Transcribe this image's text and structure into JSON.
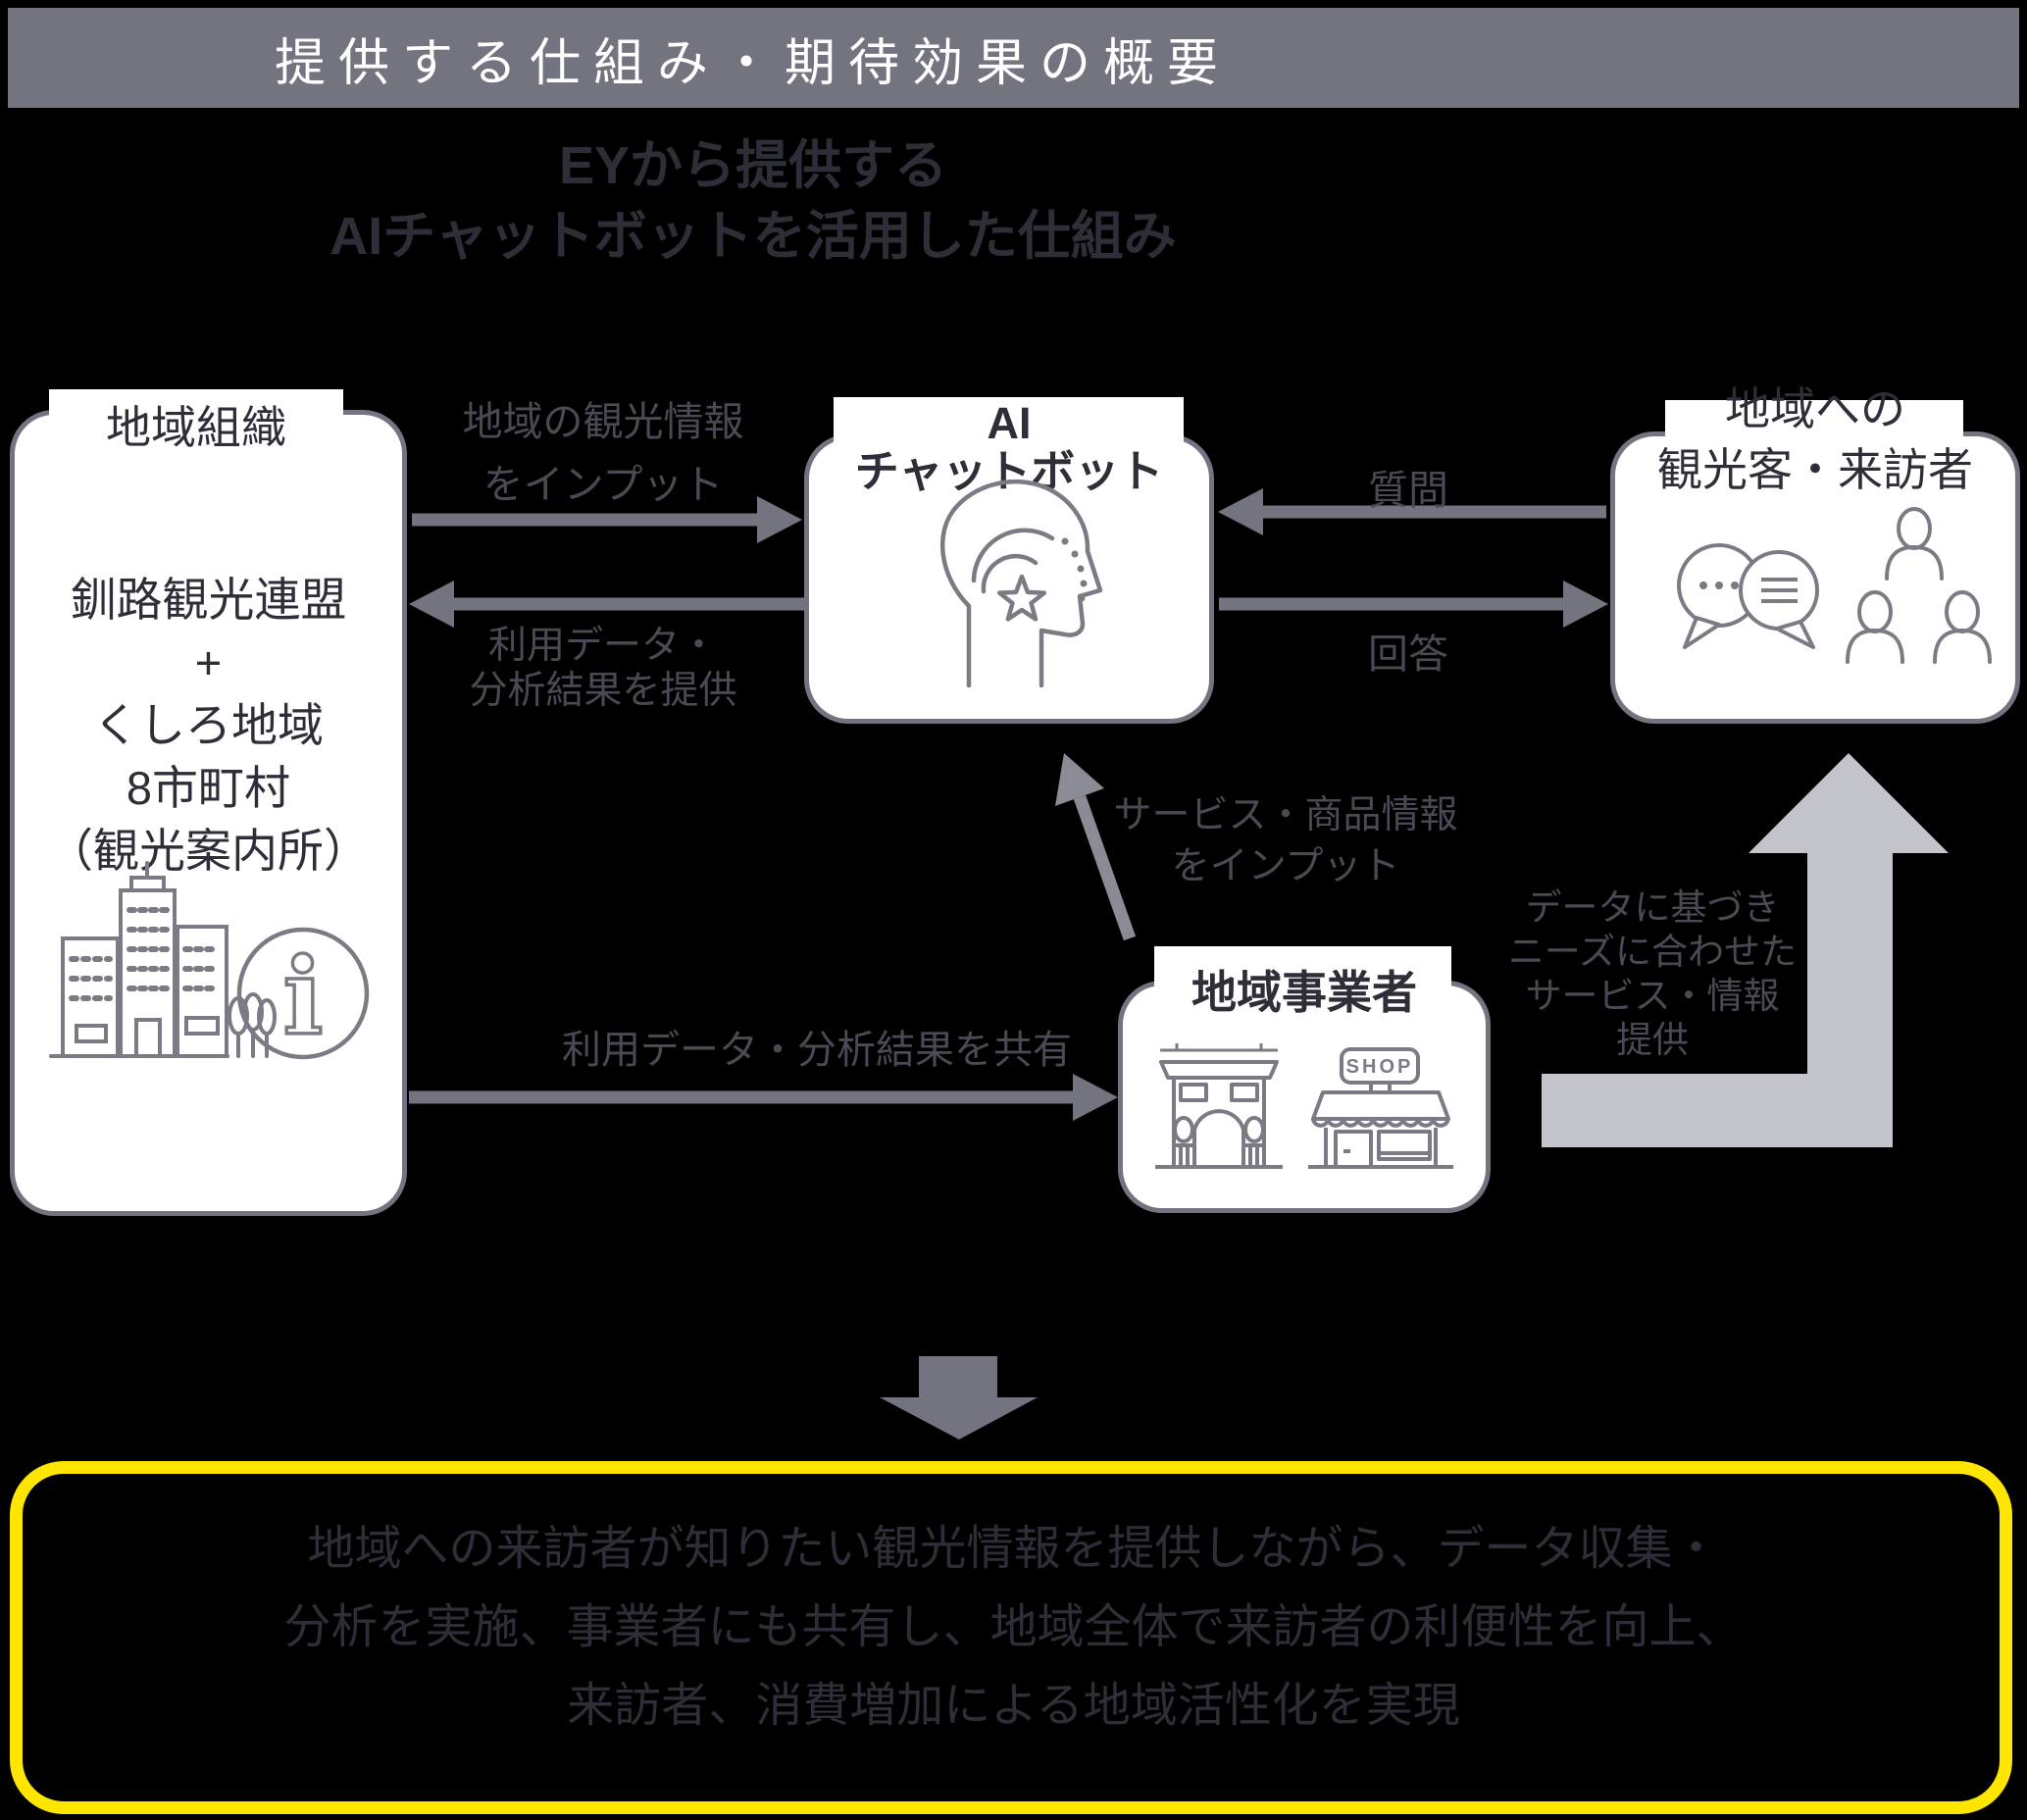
{
  "header": {
    "title": "提供する仕組み・期待効果の概要"
  },
  "subtitle": {
    "line1": "EYから提供する",
    "line2": "AIチャットボットを活用した仕組み"
  },
  "boxes": {
    "regional_org": {
      "tab": "地域組織",
      "lines": [
        "釧路観光連盟",
        "+",
        "くしろ地域",
        "8市町村",
        "（観光案内所）"
      ],
      "icons": [
        "buildings-icon",
        "info-icon"
      ]
    },
    "ai_chatbot": {
      "tab_line1": "AI",
      "tab_line2": "チャットボット",
      "icon": "ai-head-icon"
    },
    "visitors": {
      "tab_line1": "地域への",
      "tab_line2": "観光客・来訪者",
      "icons": [
        "chat-bubbles-icon",
        "people-icon"
      ]
    },
    "local_business": {
      "tab": "地域事業者",
      "shop_sign": "SHOP",
      "icons": [
        "arch-icon",
        "shop-icon"
      ]
    }
  },
  "flows": {
    "input_tourism": {
      "line1": "地域の観光情報",
      "line2": "をインプット"
    },
    "provide_data": {
      "line1": "利用データ・",
      "line2": "分析結果を提供"
    },
    "question": {
      "label": "質問"
    },
    "answer": {
      "label": "回答"
    },
    "share_data": {
      "label": "利用データ・分析結果を共有"
    },
    "input_service": {
      "line1": "サービス・商品情報",
      "line2": "をインプット"
    },
    "provide_service": {
      "line1": "データに基づき",
      "line2": "ニーズに合わせた",
      "line3": "サービス・情報",
      "line4": "提供"
    }
  },
  "summary": {
    "line1": "地域への来訪者が知りたい観光情報を提供しながら、データ収集・",
    "line2": "分析を実施、事業者にも共有し、地域全体で来訪者の利便性を向上、",
    "line3": "来訪者、消費増加による地域活性化を実現"
  },
  "colors": {
    "background": "#000000",
    "header_bar": "#747480",
    "header_text": "#ffffff",
    "box_border": "#747480",
    "box_text": "#2e2e38",
    "flow_label": "#4a4a55",
    "arrow": "#747480",
    "arrow_light": "#c4c4cd",
    "arrow_diagonal": "#8b8b95",
    "accent_yellow": "#ffe600",
    "icon_stroke": "#7b7b85"
  }
}
